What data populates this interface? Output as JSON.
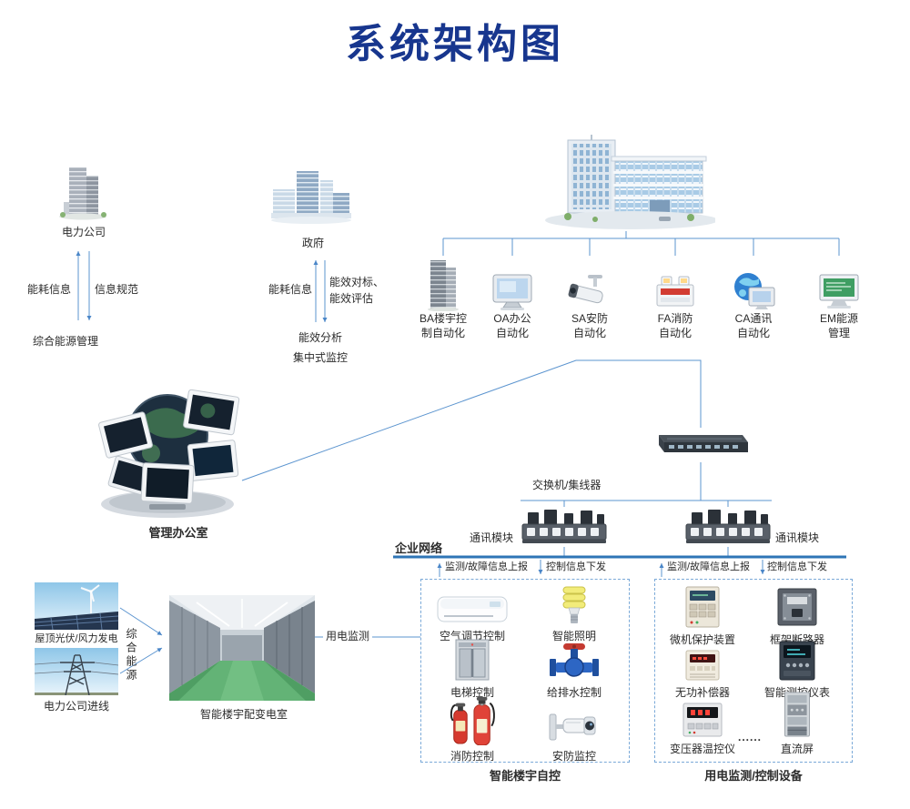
{
  "title": "系统架构图",
  "colors": {
    "title": "#17368e",
    "connector": "#5b94cf",
    "enterprise_line": "#2e75b6",
    "box_border": "#7aa9d8",
    "text": "#2b2b2b"
  },
  "top_left": {
    "power_company": "电力公司",
    "up_label": "能耗信息",
    "down_label": "信息规范",
    "bottom": "综合能源管理"
  },
  "government": {
    "name": "政府",
    "up_label": "能耗信息",
    "down_label_1": "能效对标、",
    "down_label_2": "能效评估",
    "below_1": "能效分析",
    "below_2": "集中式监控"
  },
  "systems": [
    {
      "line1": "BA楼宇控",
      "line2": "制自动化"
    },
    {
      "line1": "OA办公",
      "line2": "自动化"
    },
    {
      "line1": "SA安防",
      "line2": "自动化"
    },
    {
      "line1": "FA消防",
      "line2": "自动化"
    },
    {
      "line1": "CA通讯",
      "line2": "自动化"
    },
    {
      "line1": "EM能源",
      "line2": "管理"
    }
  ],
  "management_office": "管理办公室",
  "network": {
    "switch": "交换机/集线器",
    "comm_left": "通讯模块",
    "comm_right": "通讯模块",
    "enterprise": "企业网络",
    "left_up": "监测/故障信息上报",
    "left_down": "控制信息下发",
    "right_up": "监测/故障信息上报",
    "right_down": "控制信息下发"
  },
  "energy": {
    "pv_wind": "屋顶光伏/风力发电",
    "grid_in": "电力公司进线",
    "combined": "综合能源",
    "room": "智能楼宇配变电室",
    "monitor": "用电监测"
  },
  "building_box": {
    "items": [
      {
        "label": "空气调节控制"
      },
      {
        "label": "智能照明"
      },
      {
        "label": "电梯控制"
      },
      {
        "label": "给排水控制"
      },
      {
        "label": "消防控制"
      },
      {
        "label": "安防监控"
      }
    ],
    "caption": "智能楼宇自控"
  },
  "device_box": {
    "items": [
      {
        "label": "微机保护装置"
      },
      {
        "label": "框架断路器"
      },
      {
        "label": "无功补偿器"
      },
      {
        "label": "智能测控仪表"
      },
      {
        "label": "变压器温控仪"
      },
      {
        "label": "直流屏"
      }
    ],
    "ellipsis": "......",
    "caption": "用电监测/控制设备"
  }
}
